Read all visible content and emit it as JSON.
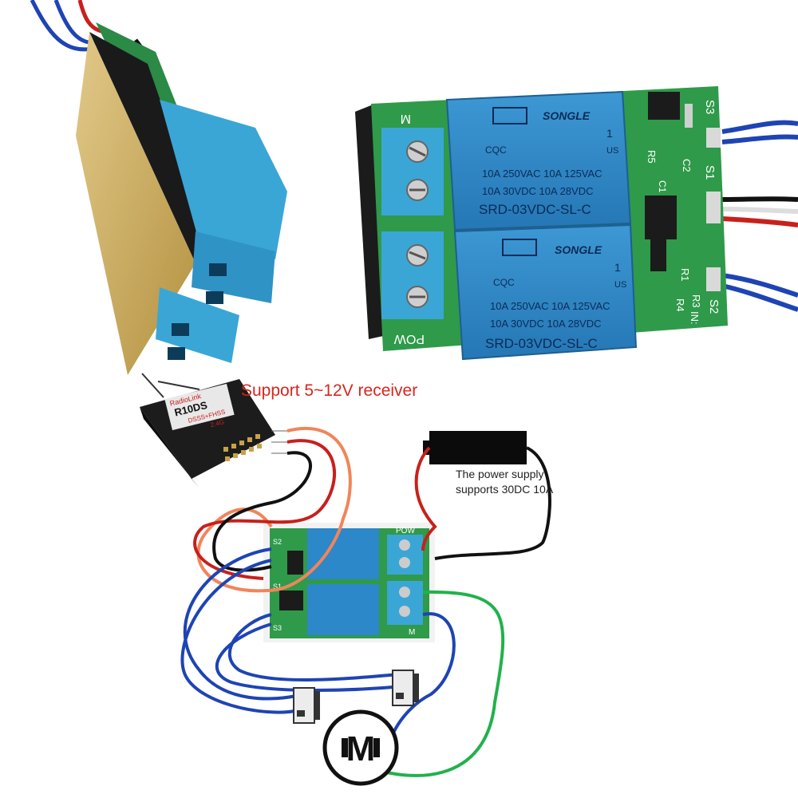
{
  "captions": {
    "receiver_note": "Support 5~12V receiver",
    "power_note": "The power supply supports 30DC 10A"
  },
  "relay": {
    "brand": "SONGLE",
    "rating_row1": "10A 250VAC  10A 125VAC",
    "rating_row2": "10A 30VDC  10A 28VDC",
    "model": "SRD-03VDC-SL-C",
    "coil_number": "1",
    "cqc_mark": "CQC",
    "ul_mark": "US"
  },
  "board": {
    "terminal_m": "M",
    "terminal_pow": "POW",
    "pin_s1": "S1",
    "pin_s2": "S2",
    "pin_s3": "S3",
    "silk_r5": "R5",
    "silk_c2": "C2",
    "silk_r4": "R4",
    "silk_in": "IN:",
    "silk_c1": "C1",
    "silk_r1": "R1",
    "silk_r3": "R3"
  },
  "receiver": {
    "brand": "RadioLink",
    "model": "R10DS",
    "sub": "DSSS+FHSS",
    "band": "2.4G"
  },
  "motor": {
    "symbol": "M"
  },
  "colors": {
    "pcb_green": "#2f9a4a",
    "relay_blue": "#2c88c9",
    "terminal_blue": "#3aa6d6",
    "wire_red": "#c8201c",
    "wire_black": "#111111",
    "wire_orange": "#f0855a",
    "wire_blue": "#1e44b4",
    "wire_green": "#22b14c",
    "caption_red": "#d7261e"
  }
}
